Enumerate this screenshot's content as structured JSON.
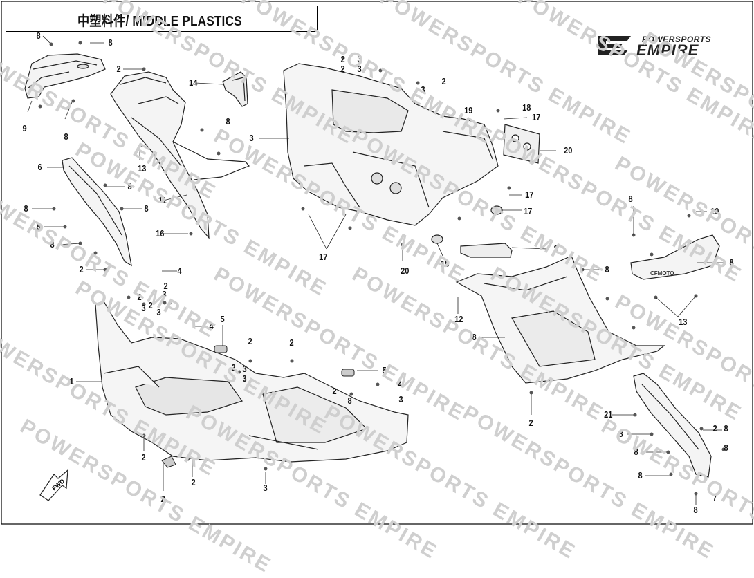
{
  "title": "中塑料件/ MIDDLE PLASTICS",
  "brand": {
    "top": "POWERSPORTS",
    "main": "EMPIRE"
  },
  "watermark": "POWERSPORTS EMPIRE",
  "fwd_label": "FWD",
  "part_label": "CFMOTO",
  "callouts": [
    "8",
    "8",
    "9",
    "8",
    "2",
    "14",
    "8",
    "13",
    "11",
    "6",
    "8",
    "8",
    "8",
    "8",
    "8",
    "2",
    "16",
    "3",
    "2",
    "3",
    "2",
    "3",
    "3",
    "2",
    "19",
    "18",
    "17",
    "20",
    "17",
    "17",
    "17",
    "20",
    "15",
    "2",
    "8",
    "8",
    "10",
    "8",
    "13",
    "12",
    "8",
    "2",
    "4",
    "2",
    "3",
    "2",
    "3",
    "2",
    "4",
    "1",
    "5",
    "2",
    "2",
    "2",
    "3",
    "3",
    "5",
    "2",
    "2",
    "3",
    "2",
    "2",
    "3",
    "2",
    "21",
    "8",
    "8",
    "8",
    "8",
    "8",
    "7",
    "8",
    "2",
    "8",
    "3"
  ]
}
